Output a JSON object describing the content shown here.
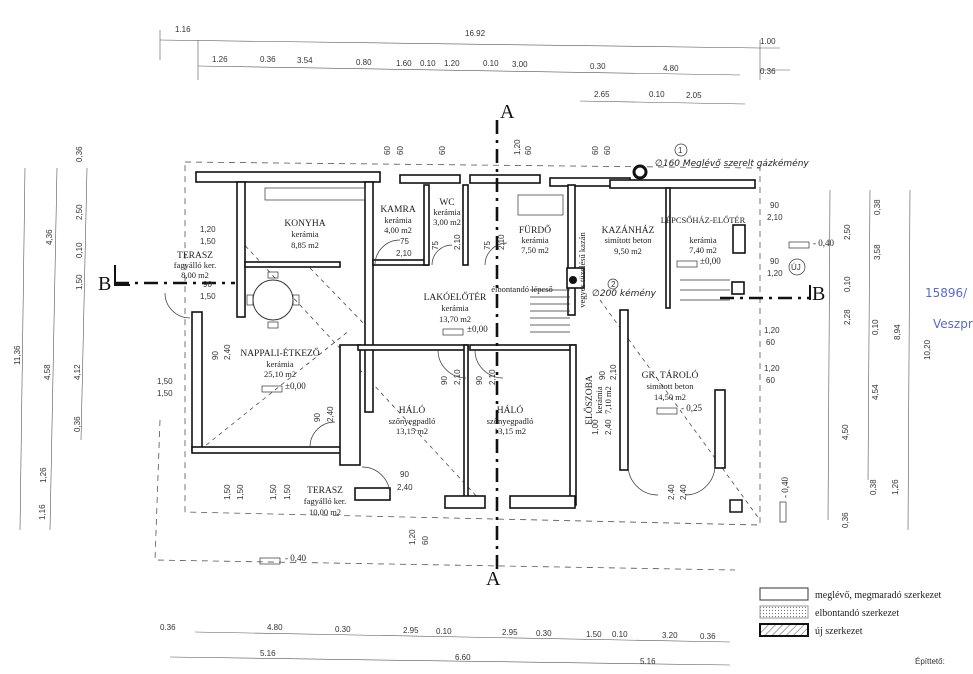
{
  "rooms": [
    {
      "name": "KONYHA",
      "floor": "kerámia",
      "area": "8,85 m2"
    },
    {
      "name": "KAMRA",
      "floor": "kerámia",
      "area": "4,00 m2"
    },
    {
      "name": "WC",
      "floor": "kerámia",
      "area": "3,00 m2"
    },
    {
      "name": "FÜRDŐ",
      "floor": "kerámia",
      "area": "7,50 m2"
    },
    {
      "name": "KAZÁNHÁZ",
      "floor": "simított beton",
      "area": "9,50 m2"
    },
    {
      "name": "LÉPCSŐHÁZ-ELŐTÉR",
      "floor": "kerámia",
      "area": "7,40 m2"
    },
    {
      "name": "TERASZ",
      "floor": "fagyálló ker.",
      "area": "8,00 m2"
    },
    {
      "name": "LAKÓELŐTÉR",
      "floor": "kerámia",
      "area": "13,70 m2"
    },
    {
      "name": "NAPPALI-ÉTKEZŐ",
      "floor": "kerámia",
      "area": "25,10 m2"
    },
    {
      "name": "HÁLÓ",
      "floor": "szőnyegpadló",
      "area": "13,15 m2"
    },
    {
      "name": "HÁLÓ",
      "floor": "szőnyegpadló",
      "area": "13,15 m2"
    },
    {
      "name": "ELŐSZOBA",
      "floor": "kerámia",
      "area": "7,10 m2"
    },
    {
      "name": "GK. TÁROLÓ",
      "floor": "simított beton",
      "area": "14,50 m2"
    },
    {
      "name": "TERASZ",
      "floor": "fagyálló ker.",
      "area": "10,00 m2"
    }
  ],
  "levels": [
    "±0,00",
    "±0,00",
    "±0,00",
    "- 0,25",
    "- 0,40",
    "- 0,40",
    "- 0,40"
  ],
  "sections": {
    "a_top": "A",
    "a_bottom": "A",
    "b_left": "B",
    "b_right": "B"
  },
  "notes": {
    "chimney": "∅160 Meglévő szerelt gázkémény",
    "marker_1": "1",
    "marker_2": "2",
    "new_marker": "ÚJ",
    "demolish_stair": "élbontandó lépcső",
    "boiler": "vegyes tüzelésű kazán",
    "chimney2": "∅200 kémény",
    "boiler_tag": "kémény",
    "margin_number": "15896/",
    "margin_city": "Veszpr"
  },
  "openings": [
    "1,20",
    "1,50",
    "90",
    "1,50",
    "75",
    "2,10",
    "75",
    "2,10",
    "75",
    "2,10",
    "90",
    "2,10",
    "90",
    "1,20",
    "90",
    "2,40",
    "1,50",
    "1,50",
    "90",
    "2,40",
    "90",
    "2,10",
    "90",
    "2,10",
    "90",
    "2,40",
    "90",
    "2,10",
    "1,00",
    "2,40",
    "1,20",
    "60",
    "1,20",
    "60",
    "2,40",
    "2,40",
    "1,50",
    "1,50",
    "1,50",
    "1,50",
    "1,20",
    "60",
    "60",
    "60",
    "60",
    "1,20",
    "60",
    "60",
    "60"
  ],
  "dims_top": {
    "row1": [
      "1.16",
      "16.92",
      "1.00"
    ],
    "row2": [
      "1.26",
      "0.36",
      "3.54",
      "0.80",
      "1.60",
      "0.10",
      "1.20",
      "0.10",
      "3.00",
      "0.30",
      "4.80",
      "0.36"
    ],
    "row3": [
      "2.65",
      "0.10",
      "2.05"
    ]
  },
  "dims_bottom": {
    "row1": [
      "0.36",
      "4.80",
      "0.30",
      "2.95",
      "0.10",
      "2.95",
      "0.30",
      "1.50",
      "0.10",
      "3.20",
      "0.36"
    ],
    "row2": [
      "5.16",
      "6.60",
      "5.16"
    ]
  },
  "dims_left": {
    "inner": [
      "0,36",
      "2,50",
      "0,10",
      "1,50",
      "4,12",
      "0,36"
    ],
    "mid": [
      "4,36",
      "4,58",
      "1,26",
      "1,16"
    ],
    "outer": [
      "11,36"
    ]
  },
  "dims_right": {
    "inner": [
      "0,38",
      "2,50",
      "3,58",
      "0,10",
      "2,28",
      "0,10",
      "4,54",
      "4,50",
      "0,36"
    ],
    "mid": [
      "0,38",
      "8,94",
      "1,26"
    ],
    "outer": [
      "10,20"
    ]
  },
  "legend": {
    "items": [
      "meglévő, megmaradó szerkezet",
      "elbontandó szerkezet",
      "új szerkezet"
    ],
    "builder": "Építtető:"
  }
}
